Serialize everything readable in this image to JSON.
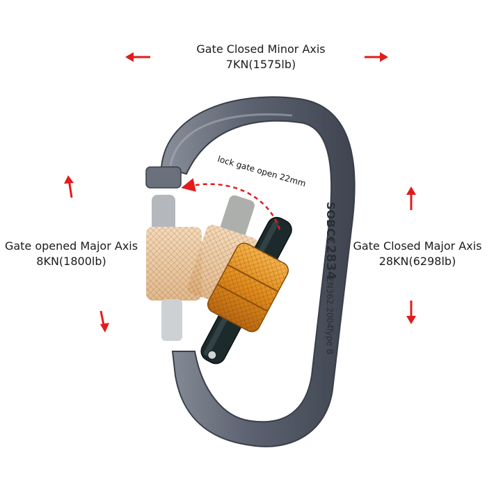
{
  "labels": {
    "gate_closed_minor": {
      "title": "Gate Closed Minor Axis",
      "value": "7KN(1575lb)"
    },
    "gate_opened_major": {
      "title": "Gate opened Major Axis",
      "value": "8KN(1800lb)"
    },
    "gate_closed_major": {
      "title": "Gate Closed Major Axis",
      "value": "28KN(6298lb)"
    }
  },
  "annotation": "lock gate open 22mm",
  "markings": {
    "brand": "SOB",
    "ce": "C€",
    "cert_number": "2834",
    "standard": "EN362:2004",
    "type": "Type B"
  },
  "colors": {
    "arrow": "#e31b1b",
    "frame": "#5f6570",
    "gate_nut": "#e8952a",
    "gate_barrel": "#1c2a2c",
    "ghost_nut": "#e9c39a"
  },
  "icons": [
    "arrow-left-icon",
    "arrow-right-icon",
    "arrow-up-icon",
    "arrow-down-icon"
  ]
}
